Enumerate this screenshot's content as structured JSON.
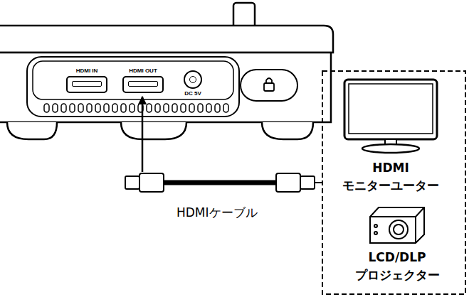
{
  "diagram": {
    "nodes": [
      {
        "text": [
          "HDMI IN"
        ]
      },
      {
        "text": [
          "HDMI OUT"
        ]
      },
      {
        "text": [
          "DC 5V"
        ]
      },
      {
        "text": [
          "HDMI モニターユーター"
        ]
      },
      {
        "text": [
          "LCD/DLP プロジェクター"
        ]
      }
    ],
    "labels": [
      "HDMIケーブル"
    ]
  }
}
